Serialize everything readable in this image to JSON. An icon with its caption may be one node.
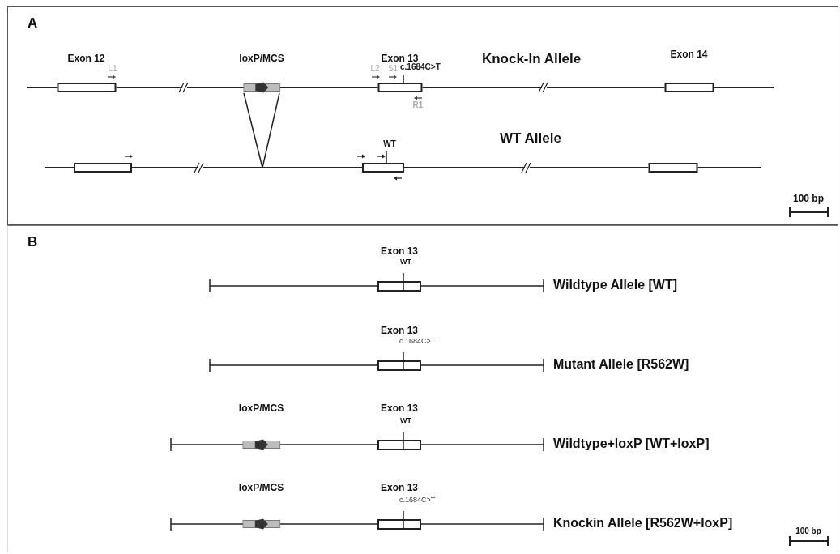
{
  "diagram": {
    "nodes": [
      {
        "text": [
          "A"
        ]
      },
      {
        "text": [
          "Exon 12"
        ],
        "in": 0
      },
      {
        "text": [
          "loxP/MCS"
        ],
        "in": 0
      },
      {
        "text": [
          "Exon 13"
        ],
        "in": 0,
        "beside": [
          "c.1684C>T"
        ]
      },
      {
        "text": [
          "Exon 14"
        ],
        "in": 0
      },
      {
        "text": [],
        "shape": "box",
        "in": 0
      },
      {
        "text": [],
        "shape": "box",
        "in": 0,
        "beside": [
          "WT"
        ]
      },
      {
        "text": [],
        "shape": "box",
        "in": 0
      },
      {
        "text": [
          "B"
        ]
      },
      {
        "text": [
          "Exon 13"
        ],
        "in": 8,
        "beside": [
          "WT"
        ]
      },
      {
        "text": [
          "Exon 13"
        ],
        "in": 8,
        "beside": [
          "c.1684C>T"
        ]
      },
      {
        "text": [
          "loxP/MCS"
        ],
        "in": 8
      },
      {
        "text": [
          "Exon 13"
        ],
        "in": 8,
        "beside": [
          "WT"
        ]
      },
      {
        "text": [
          "loxP/MCS"
        ],
        "in": 8
      },
      {
        "text": [
          "Exon 13"
        ],
        "in": 8,
        "beside": [
          "c.1684C>T"
        ]
      }
    ],
    "labels": [
      "Knock-In Allele",
      "L1",
      "L2",
      "S1",
      "R1",
      "WT Allele",
      "100 bp",
      "Wildtype Allele [WT]",
      "Mutant Allele [R562W]",
      "Wildtype+loxP [WT+loxP]",
      "Knockin Allele [R562W+loxP]",
      "100 bp"
    ]
  }
}
